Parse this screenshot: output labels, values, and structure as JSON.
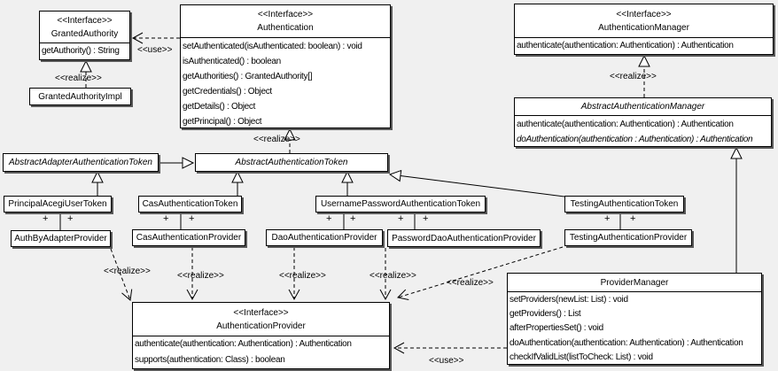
{
  "edge_labels": {
    "use": "<<use>>",
    "realize": "<<realize>>",
    "plus": "+"
  },
  "classes": {
    "granted_authority": {
      "stereotype": "<<Interface>>",
      "name": "GrantedAuthority",
      "methods": [
        "getAuthority() : String"
      ]
    },
    "granted_authority_impl": {
      "name": "GrantedAuthorityImpl"
    },
    "authentication": {
      "stereotype": "<<Interface>>",
      "name": "Authentication",
      "methods": [
        "setAuthenticated(isAuthenticated: boolean) : void",
        "isAuthenticated() : boolean",
        "getAuthorities() : GrantedAuthority[]",
        "getCredentials() : Object",
        "getDetails() : Object",
        "getPrincipal() : Object"
      ]
    },
    "authentication_manager": {
      "stereotype": "<<Interface>>",
      "name": "AuthenticationManager",
      "methods": [
        "authenticate(authentication: Authentication) : Authentication"
      ]
    },
    "abstract_authentication_manager": {
      "name": "AbstractAuthenticationManager",
      "methods": [
        "authenticate(authentication: Authentication) : Authentication",
        "doAuthentication(authentication : Authentication) : Authentication"
      ]
    },
    "abstract_adapter_authentication_token": {
      "name": "AbstractAdapterAuthenticationToken"
    },
    "abstract_authentication_token": {
      "name": "AbstractAuthenticationToken"
    },
    "principal_acegi_user_token": {
      "name": "PrincipalAcegiUserToken"
    },
    "cas_authentication_token": {
      "name": "CasAuthenticationToken"
    },
    "username_password_authentication_token": {
      "name": "UsernamePasswordAuthenticationToken"
    },
    "testing_authentication_token": {
      "name": "TestingAuthenticationToken"
    },
    "auth_by_adapter_provider": {
      "name": "AuthByAdapterProvider"
    },
    "cas_authentication_provider": {
      "name": "CasAuthenticationProvider"
    },
    "dao_authentication_provider": {
      "name": "DaoAuthenticationProvider"
    },
    "password_dao_authentication_provider": {
      "name": "PasswordDaoAuthenticationProvider"
    },
    "testing_authentication_provider": {
      "name": "TestingAuthenticationProvider"
    },
    "authentication_provider": {
      "stereotype": "<<Interface>>",
      "name": "AuthenticationProvider",
      "methods": [
        "authenticate(authentication: Authentication) : Authentication",
        "supports(authentication: Class) : boolean"
      ]
    },
    "provider_manager": {
      "name": "ProviderManager",
      "methods": [
        "setProviders(newList: List) : void",
        "getProviders() : List",
        "afterPropertiesSet() : void",
        "doAuthentication(authentication: Authentication) : Authentication",
        "checkIfValidList(listToCheck: List) : void"
      ]
    }
  }
}
